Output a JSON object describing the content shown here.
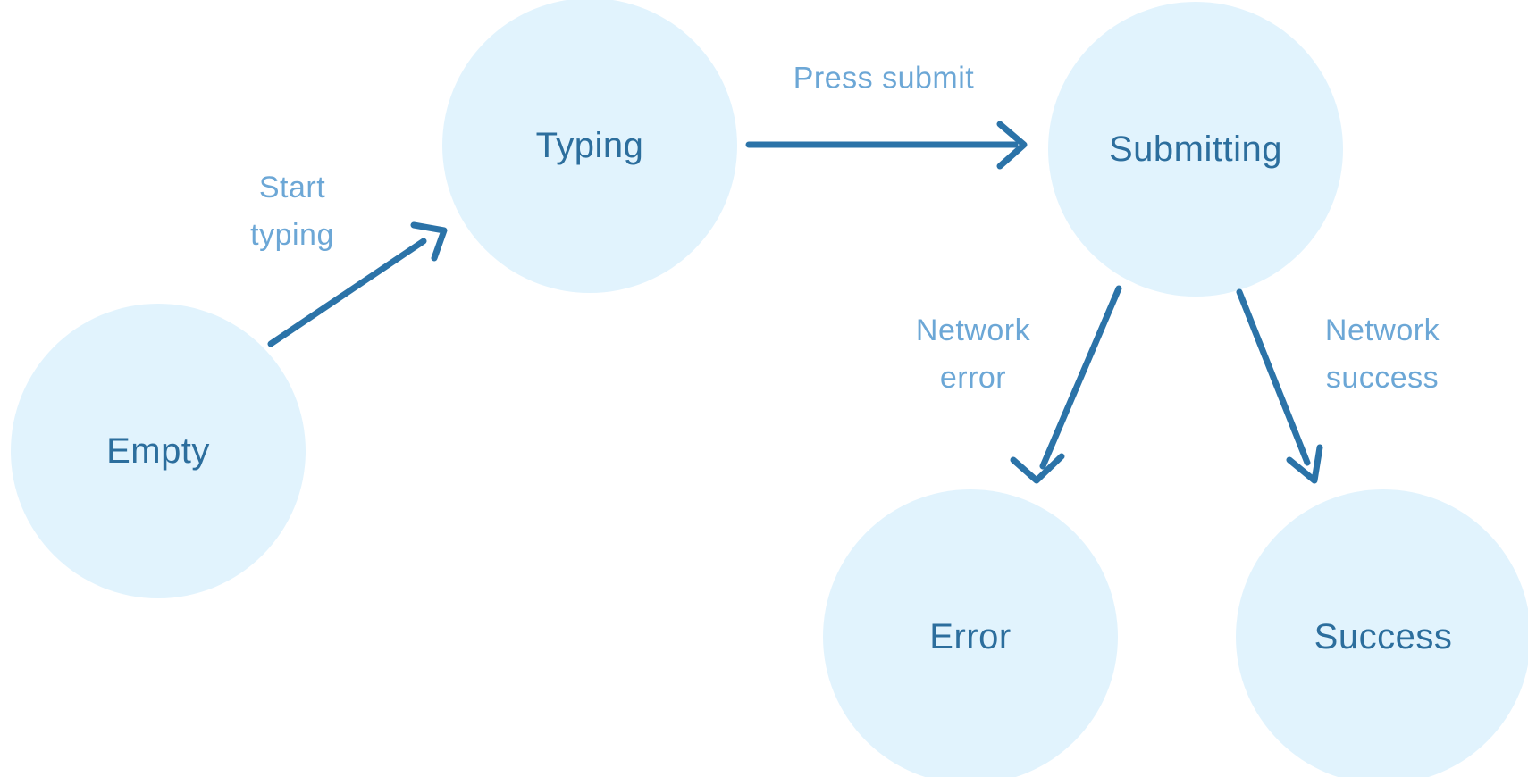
{
  "diagram": {
    "type": "state-machine",
    "nodes": [
      {
        "id": "empty",
        "label": "Empty"
      },
      {
        "id": "typing",
        "label": "Typing"
      },
      {
        "id": "submitting",
        "label": "Submitting"
      },
      {
        "id": "error",
        "label": "Error"
      },
      {
        "id": "success",
        "label": "Success"
      }
    ],
    "edges": [
      {
        "from": "empty",
        "to": "typing",
        "label": "Start typing"
      },
      {
        "from": "typing",
        "to": "submitting",
        "label": "Press submit"
      },
      {
        "from": "submitting",
        "to": "error",
        "label": "Network error"
      },
      {
        "from": "submitting",
        "to": "success",
        "label": "Network success"
      }
    ],
    "colors": {
      "background": "#ffffff",
      "node_fill": "#e1f3fd",
      "node_text": "#2c6e9d",
      "arrow": "#2b73a8",
      "edge_label_text": "#6ca7d6"
    }
  }
}
